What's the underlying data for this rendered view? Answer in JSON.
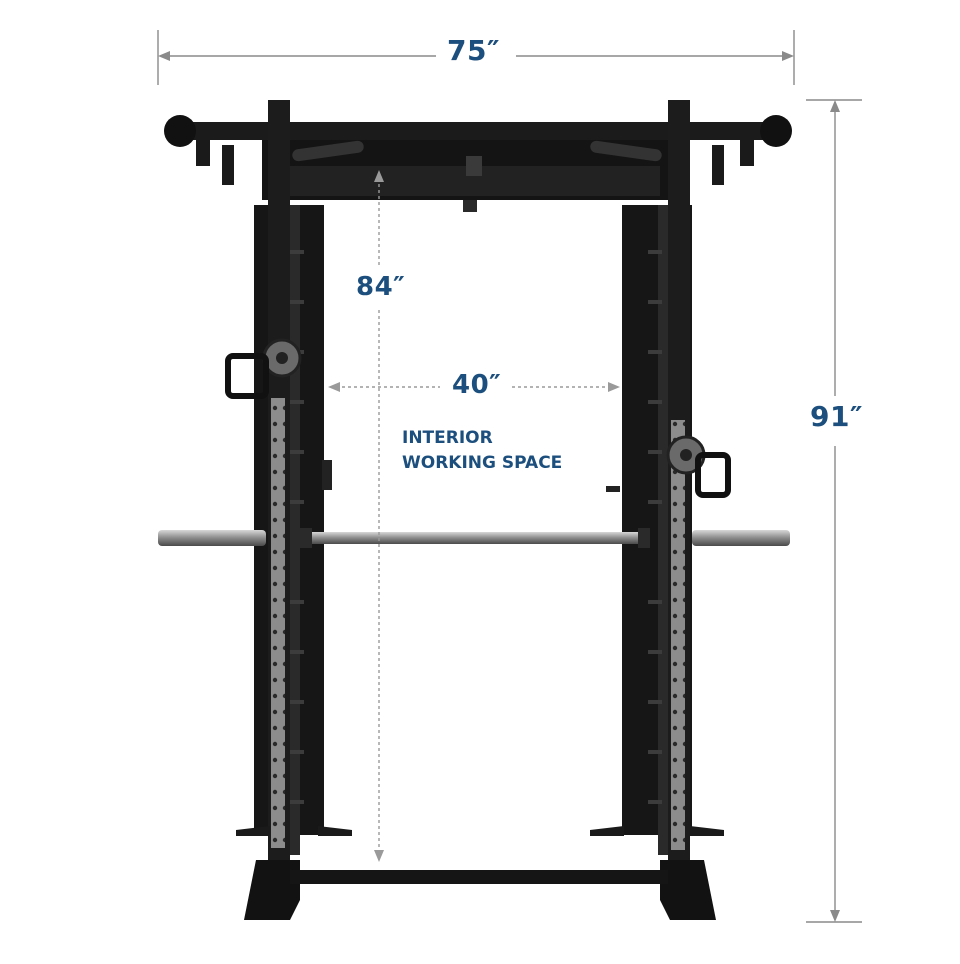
{
  "dimensions": {
    "overall_width": "75″",
    "overall_height": "91″",
    "interior_height": "84″",
    "interior_width": "40″"
  },
  "interior_caption": {
    "line1": "INTERIOR",
    "line2": "WORKING SPACE"
  },
  "colors": {
    "dimension_text": "#1c4f7d",
    "dimension_lines": "#8a8a8a",
    "frame": "#141414",
    "steel": "#9a9a9a"
  }
}
